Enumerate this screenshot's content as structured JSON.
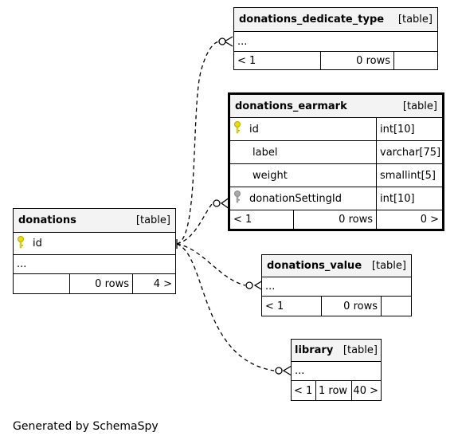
{
  "tables": {
    "donations_dedicate_type": {
      "name": "donations_dedicate_type",
      "kind": "[table]",
      "ellipsis": "...",
      "footer": [
        "< 1",
        "0 rows",
        ""
      ]
    },
    "donations_earmark": {
      "name": "donations_earmark",
      "kind": "[table]",
      "columns": [
        {
          "name": "id",
          "type": "int[10]",
          "key": "primary-key"
        },
        {
          "name": "label",
          "type": "varchar[75]",
          "key": ""
        },
        {
          "name": "weight",
          "type": "smallint[5]",
          "key": ""
        },
        {
          "name": "donationSettingId",
          "type": "int[10]",
          "key": "foreign-key"
        }
      ],
      "footer": [
        "< 1",
        "0 rows",
        "0 >"
      ]
    },
    "donations": {
      "name": "donations",
      "kind": "[table]",
      "columns": [
        {
          "name": "id",
          "key": "primary-key"
        }
      ],
      "ellipsis": "...",
      "footer": [
        "",
        "0 rows",
        "4 >"
      ]
    },
    "donations_value": {
      "name": "donations_value",
      "kind": "[table]",
      "ellipsis": "...",
      "footer": [
        "< 1",
        "0 rows",
        ""
      ]
    },
    "library": {
      "name": "library",
      "kind": "[table]",
      "ellipsis": "...",
      "footer": [
        "< 1",
        "1 row",
        "40 >"
      ]
    }
  },
  "colors": {
    "primary_key": "#e8dd00",
    "foreign_key": "#a8a8a8",
    "header_bg": "#f3f3f3"
  },
  "relationships": [
    {
      "from": "donations",
      "to": "donations_dedicate_type"
    },
    {
      "from": "donations",
      "to": "donations_earmark"
    },
    {
      "from": "donations",
      "to": "donations_value"
    },
    {
      "from": "donations",
      "to": "library"
    }
  ],
  "generated_by": "Generated by SchemaSpy"
}
